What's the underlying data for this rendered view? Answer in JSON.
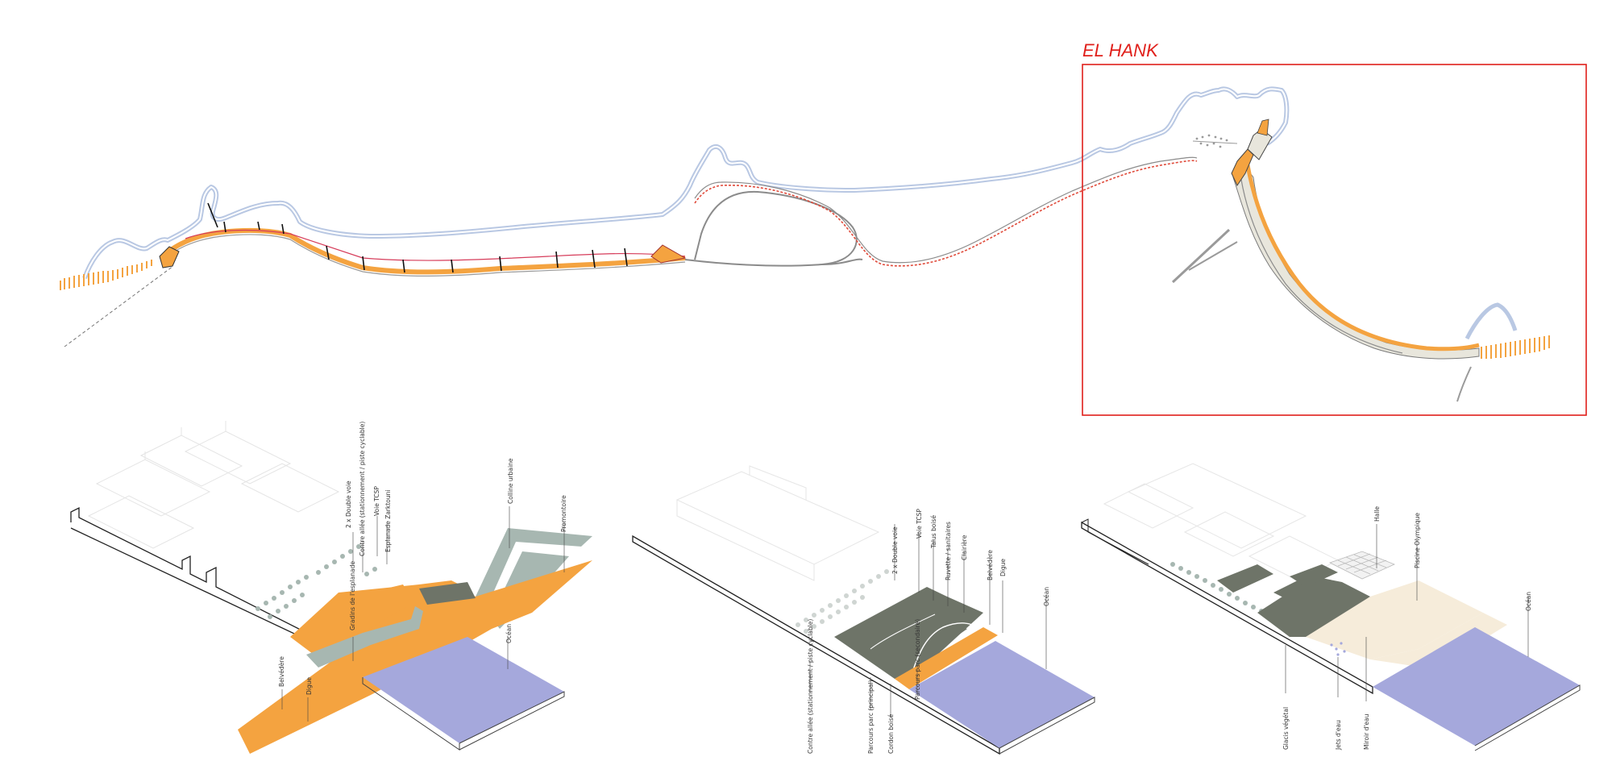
{
  "zone_title": "EL HANK",
  "colors": {
    "frame": "#e0201b",
    "orange": "#f4a340",
    "ocean": "#a5a8dc",
    "sage": "#a7b7b1",
    "dark_green": "#6e7468",
    "cream": "#f6ecda",
    "coast": "#b9c8e3",
    "road": "#8b8b8b"
  },
  "section1": {
    "labels": [
      "2 x Double voie",
      "Contre allée (stationnement / piste cyclable)",
      "Voie TCSP",
      "Esplanade Zarktouni",
      "Colline urbaine",
      "Promontoire",
      "Gradins de l'esplanade",
      "Océan",
      "Belvédère",
      "Digue"
    ]
  },
  "section2": {
    "labels": [
      "2 x Double voie",
      "Voie TCSP",
      "Talus boisé",
      "Ruvette / sanitaires",
      "Clairière",
      "Belvédère",
      "Digue",
      "Océan",
      "Contre allée (stationnement / piste cyclable)",
      "Parcours parc (principal)",
      "Cordon boisé",
      "Parcours parc (secondaire)"
    ]
  },
  "section3": {
    "labels": [
      "Halle",
      "Piscine Olympique",
      "Océan",
      "Glacis végétal",
      "Jets d'eau",
      "Miroir d'eau"
    ]
  }
}
